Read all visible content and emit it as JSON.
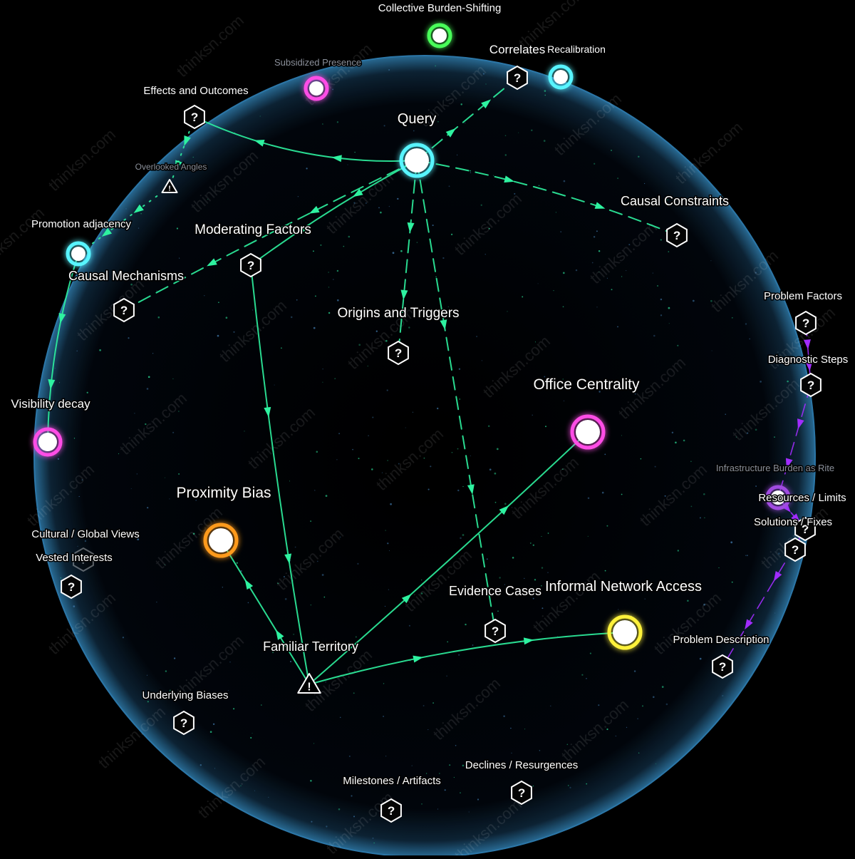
{
  "watermark": "thinksn.com",
  "colors": {
    "background": "#000000",
    "sphere_edge": "#2a6f9a",
    "green_link": "#2ef2a0",
    "purple_link": "#a12cff",
    "node_cyan": "#58f5ff",
    "node_magenta": "#ff4ee6",
    "node_orange": "#ff9a1f",
    "node_yellow": "#fff23a",
    "node_green": "#49ff5a",
    "node_purple": "#a04ce0"
  },
  "nodes": [
    {
      "id": "query",
      "label": "Query",
      "kind": "circle",
      "color": "#58f5ff",
      "size": "large",
      "label_pos": "above"
    },
    {
      "id": "collective",
      "label": "Collective Burden-Shifting",
      "kind": "circle",
      "color": "#49ff5a",
      "size": "small",
      "label_pos": "above"
    },
    {
      "id": "correlates",
      "label": "Correlates",
      "kind": "hex",
      "label_pos": "above"
    },
    {
      "id": "recalibration",
      "label": "Recalibration",
      "kind": "circle",
      "color": "#58f5ff",
      "size": "small",
      "label_pos": "above-left"
    },
    {
      "id": "subsidized",
      "label": "Subsidized Presence",
      "kind": "circle",
      "color": "#ff4ee6",
      "size": "small",
      "label_pos": "above-left",
      "dim": true
    },
    {
      "id": "effects",
      "label": "Effects and Outcomes",
      "kind": "hex",
      "label_pos": "above"
    },
    {
      "id": "overlooked",
      "label": "Overlooked Angles",
      "kind": "warn-small",
      "label_pos": "above",
      "dim": true
    },
    {
      "id": "promotion",
      "label": "Promotion adjacency",
      "kind": "circle",
      "color": "#58f5ff",
      "size": "small",
      "label_pos": "above"
    },
    {
      "id": "mechanisms",
      "label": "Causal Mechanisms",
      "kind": "hex",
      "label_pos": "above"
    },
    {
      "id": "moderating",
      "label": "Moderating Factors",
      "kind": "hex",
      "label_pos": "above"
    },
    {
      "id": "constraints",
      "label": "Causal Constraints",
      "kind": "hex",
      "label_pos": "above"
    },
    {
      "id": "origins",
      "label": "Origins and Triggers",
      "kind": "hex",
      "label_pos": "above"
    },
    {
      "id": "visibility",
      "label": "Visibility decay",
      "kind": "circle",
      "color": "#ff4ee6",
      "size": "medium",
      "label_pos": "above"
    },
    {
      "id": "office",
      "label": "Office Centrality",
      "kind": "circle",
      "color": "#ff4ee6",
      "size": "large",
      "label_pos": "above"
    },
    {
      "id": "proximity",
      "label": "Proximity Bias",
      "kind": "circle",
      "color": "#ff9a1f",
      "size": "large",
      "label_pos": "above"
    },
    {
      "id": "cultural",
      "label": "Cultural / Global Views",
      "kind": "hex-faint",
      "label_pos": "above"
    },
    {
      "id": "vested",
      "label": "Vested Interests",
      "kind": "hex",
      "label_pos": "above"
    },
    {
      "id": "evidence",
      "label": "Evidence Cases",
      "kind": "hex",
      "label_pos": "above"
    },
    {
      "id": "informal",
      "label": "Informal Network Access",
      "kind": "circle",
      "color": "#fff23a",
      "size": "large",
      "label_pos": "above"
    },
    {
      "id": "familiar",
      "label": "Familiar Territory",
      "kind": "warn",
      "label_pos": "above"
    },
    {
      "id": "biases",
      "label": "Underlying Biases",
      "kind": "hex",
      "label_pos": "above"
    },
    {
      "id": "milestones",
      "label": "Milestones / Artifacts",
      "kind": "hex",
      "label_pos": "above"
    },
    {
      "id": "declines",
      "label": "Declines / Resurgences",
      "kind": "hex",
      "label_pos": "above"
    },
    {
      "id": "problemfactors",
      "label": "Problem Factors",
      "kind": "hex",
      "label_pos": "above"
    },
    {
      "id": "diagnostic",
      "label": "Diagnostic Steps",
      "kind": "hex",
      "label_pos": "above"
    },
    {
      "id": "infra",
      "label": "Infrastructure Burden as Rite",
      "kind": "none",
      "label_pos": "center",
      "dim": true
    },
    {
      "id": "resources",
      "label": "Resources / Limits",
      "kind": "circle",
      "color": "#a04ce0",
      "size": "small",
      "label_pos": "right"
    },
    {
      "id": "solutions",
      "label": "Solutions / Fixes",
      "kind": "hex",
      "label_pos": "above"
    },
    {
      "id": "solutions2",
      "label": "",
      "kind": "hex",
      "label_pos": "none"
    },
    {
      "id": "problemdesc",
      "label": "Problem Description",
      "kind": "hex",
      "label_pos": "above"
    }
  ],
  "links": [
    {
      "from": "query",
      "to": "effects",
      "style": "solid",
      "color": "green"
    },
    {
      "from": "effects",
      "to": "overlooked",
      "style": "dotted",
      "color": "green"
    },
    {
      "from": "overlooked",
      "to": "promotion",
      "style": "dotted",
      "color": "green"
    },
    {
      "from": "promotion",
      "to": "visibility",
      "style": "solid",
      "color": "green"
    },
    {
      "from": "query",
      "to": "correlates",
      "style": "dashed",
      "color": "green"
    },
    {
      "from": "query",
      "to": "mechanisms",
      "style": "dashed",
      "color": "green"
    },
    {
      "from": "query",
      "to": "moderating",
      "style": "solid",
      "color": "green"
    },
    {
      "from": "query",
      "to": "constraints",
      "style": "dashed",
      "color": "green"
    },
    {
      "from": "query",
      "to": "origins",
      "style": "dashed",
      "color": "green"
    },
    {
      "from": "query",
      "to": "evidence",
      "style": "dashed",
      "color": "green"
    },
    {
      "from": "moderating",
      "to": "familiar",
      "style": "solid",
      "color": "green"
    },
    {
      "from": "familiar",
      "to": "proximity",
      "style": "solid",
      "color": "green"
    },
    {
      "from": "familiar",
      "to": "office",
      "style": "solid",
      "color": "green"
    },
    {
      "from": "familiar",
      "to": "informal",
      "style": "solid",
      "color": "green"
    },
    {
      "from": "problemfactors",
      "to": "diagnostic",
      "style": "dashed",
      "color": "purple"
    },
    {
      "from": "diagnostic",
      "to": "resources",
      "style": "dashed",
      "color": "purple"
    },
    {
      "from": "resources",
      "to": "solutions",
      "style": "dashed",
      "color": "purple"
    },
    {
      "from": "solutions",
      "to": "problemdesc",
      "style": "dashed",
      "color": "purple"
    }
  ]
}
